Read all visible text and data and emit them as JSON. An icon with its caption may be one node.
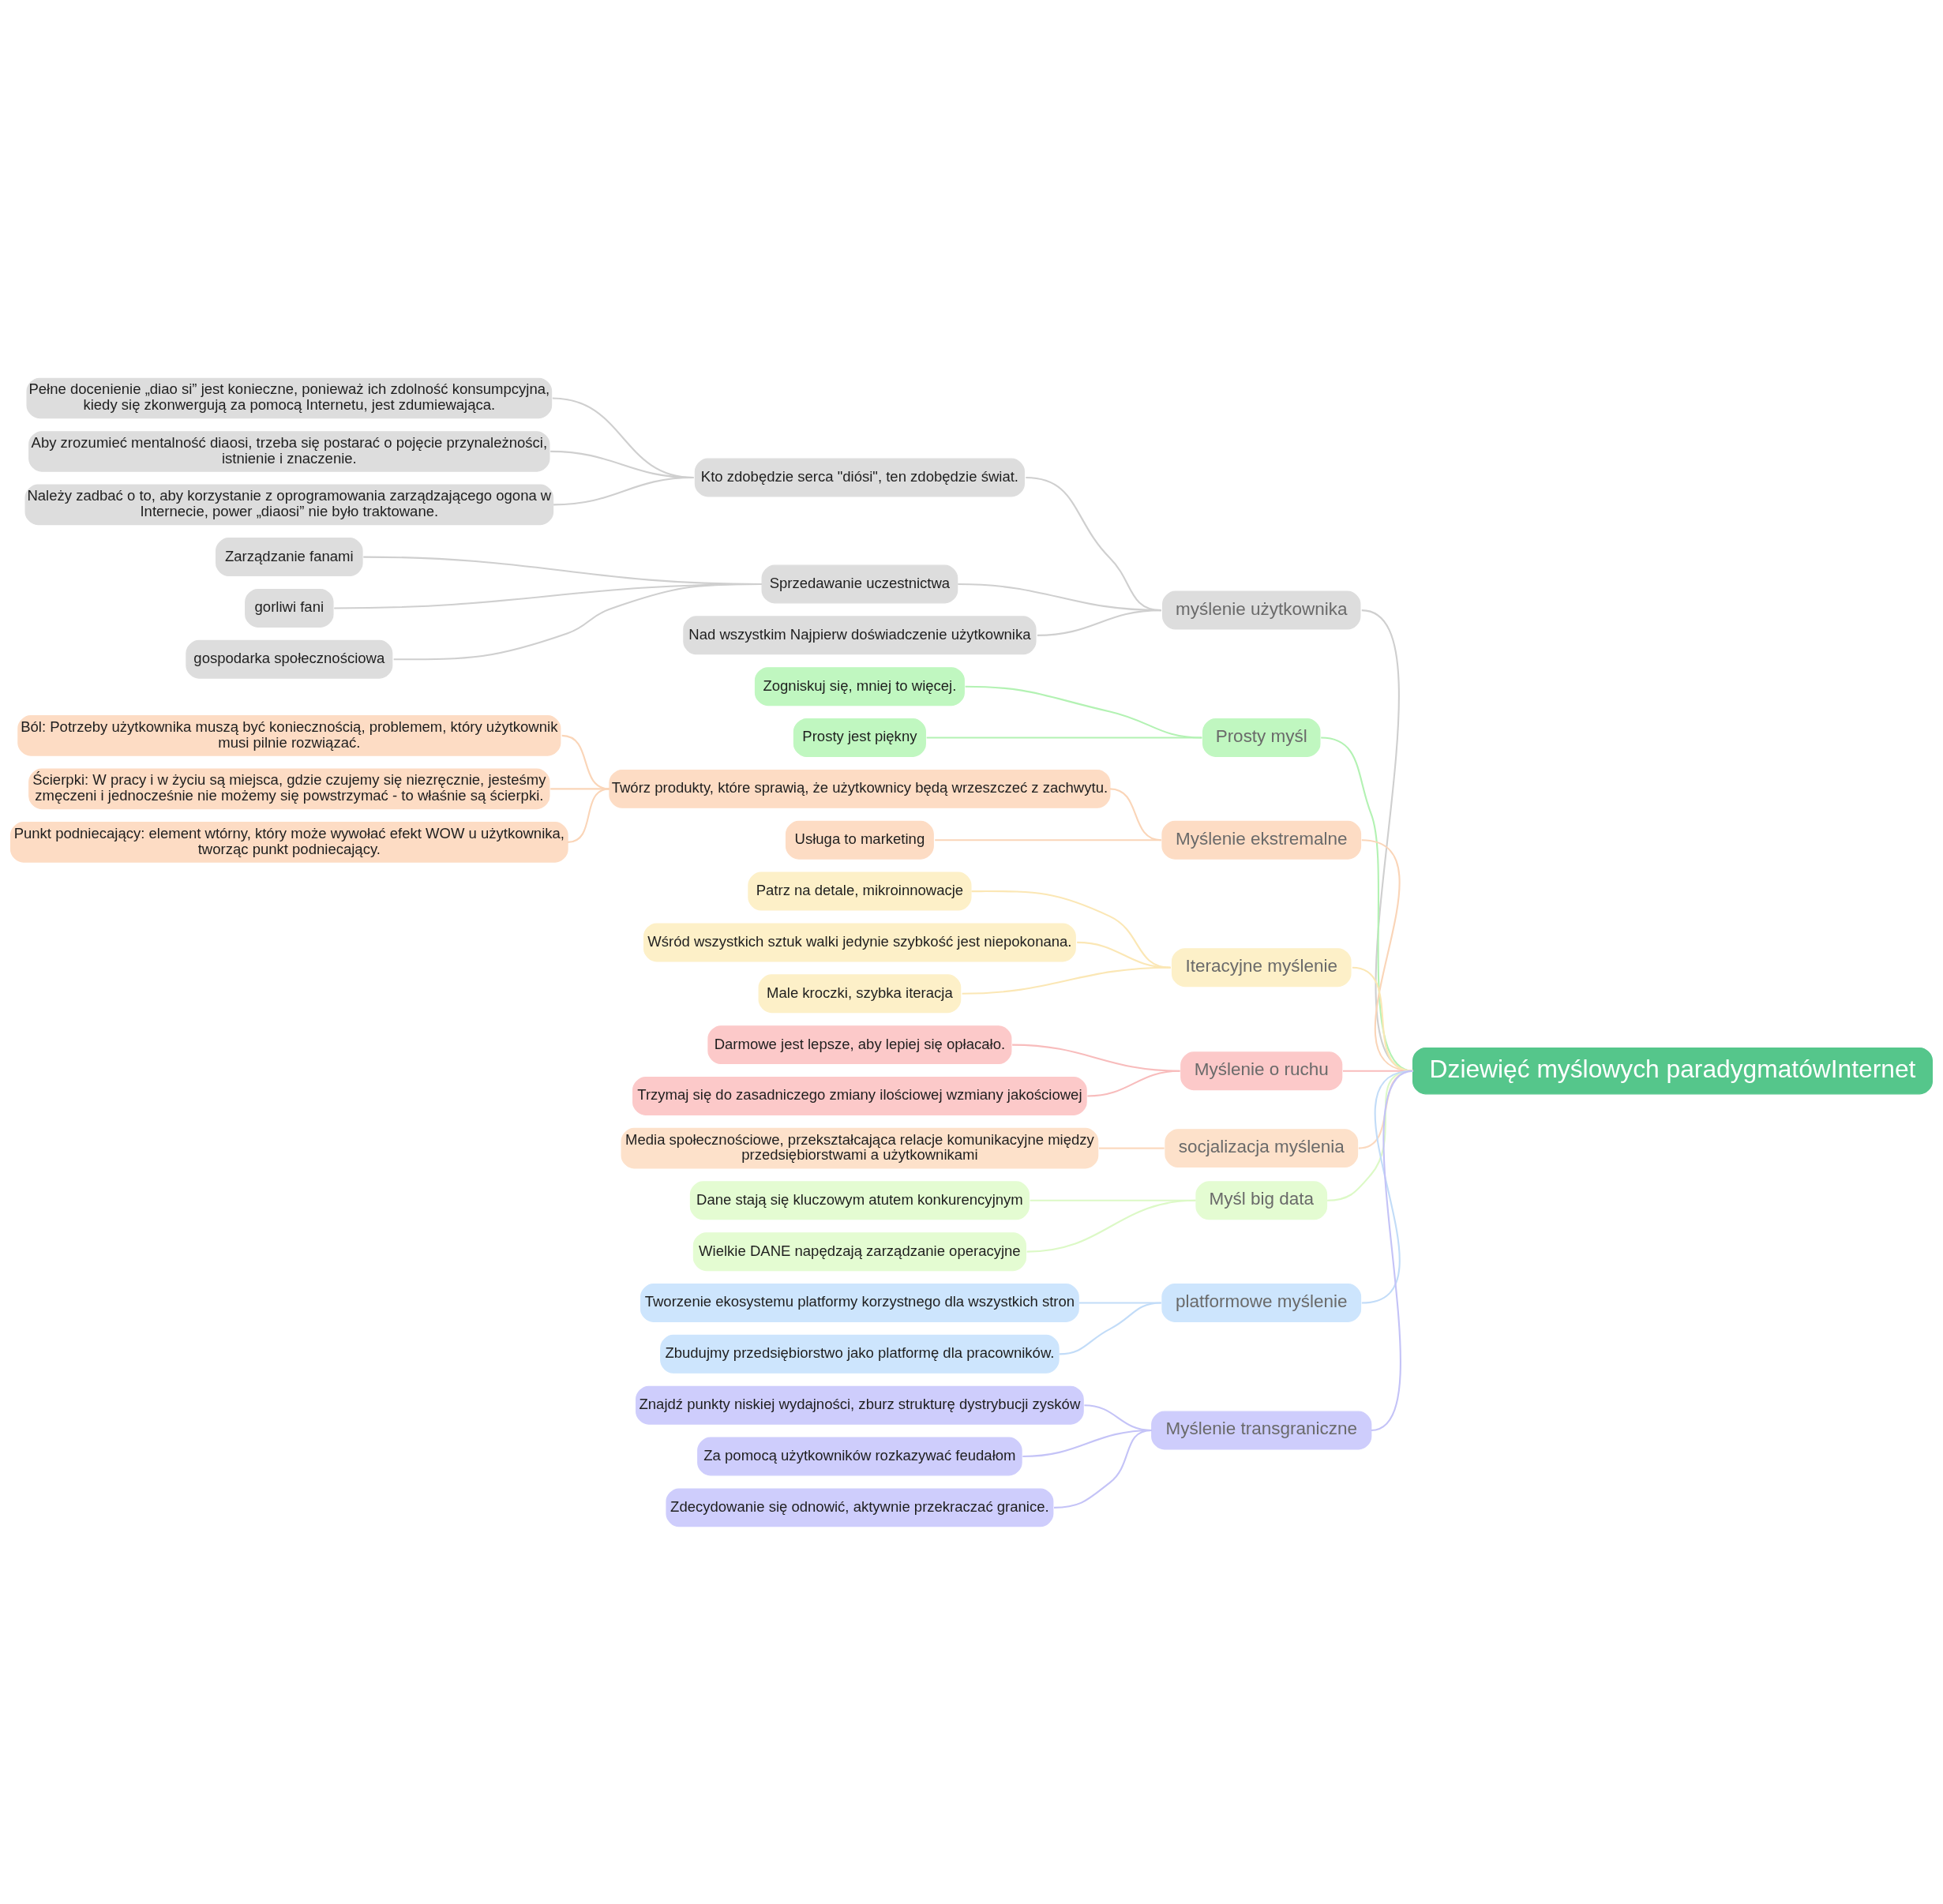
{
  "diagram": {
    "nodes": [
      {
        "text": [
          "Dziewięć myślowych paradygmatówInternet"
        ]
      },
      {
        "text": [
          "myślenie użytkownika"
        ]
      },
      {
        "text": [
          "Kto zdobędzie serca \"diósi\", ten zdobędzie świat."
        ]
      },
      {
        "text": [
          "Pełne docenienie „diao si” jest konieczne, ponieważ ich zdolność konsumpcyjna, kiedy się zkonwergują za pomocą Internetu, jest zdumiewająca."
        ]
      },
      {
        "text": [
          "Aby zrozumieć mentalność diaosi, trzeba się postarać o pojęcie przynależności, istnienie i znaczenie."
        ]
      },
      {
        "text": [
          "Należy zadbać o to, aby korzystanie z oprogramowania zarządzającego ogona w Internecie, power „diaosi” nie było traktowane."
        ]
      },
      {
        "text": [
          "Sprzedawanie uczestnictwa"
        ]
      },
      {
        "text": [
          "Zarządzanie fanami"
        ]
      },
      {
        "text": [
          "gorliwi fani"
        ]
      },
      {
        "text": [
          "gospodarka społecznościowa"
        ]
      },
      {
        "text": [
          "Nad wszystkim Najpierw doświadczenie użytkownika"
        ]
      },
      {
        "text": [
          "Prosty myśl"
        ]
      },
      {
        "text": [
          "Zogniskuj się, mniej to więcej."
        ]
      },
      {
        "text": [
          "Prosty jest piękny"
        ]
      },
      {
        "text": [
          "Myślenie ekstremalne"
        ]
      },
      {
        "text": [
          "Twórz produkty, które sprawią, że użytkownicy będą wrzeszczeć z zachwytu."
        ]
      },
      {
        "text": [
          "Ból: Potrzeby użytkownika muszą być koniecznością, problemem, który użytkownik musi pilnie rozwiązać."
        ]
      },
      {
        "text": [
          "Ścierpki: W pracy i w życiu są miejsca, gdzie czujemy się niezręcznie, jesteśmy zmęczeni i jednocześnie nie możemy się powstrzymać - to właśnie są ścierpki."
        ]
      },
      {
        "text": [
          "Punkt podniecający: element wtórny, który może wywołać efekt WOW u użytkownika, tworząc punkt podniecający."
        ]
      },
      {
        "text": [
          "Usługa to marketing"
        ]
      },
      {
        "text": [
          "Iteracyjne myślenie"
        ]
      },
      {
        "text": [
          "Patrz na detale, mikroinnowacje"
        ]
      },
      {
        "text": [
          "Wśród wszystkich sztuk walki jedynie szybkość jest niepokonana."
        ]
      },
      {
        "text": [
          "Male kroczki, szybka iteracja"
        ]
      },
      {
        "text": [
          "Myślenie o ruchu"
        ]
      },
      {
        "text": [
          "Darmowe jest lepsze, aby lepiej się opłacało."
        ]
      },
      {
        "text": [
          "Trzymaj się do zasadniczego zmiany ilościowej wzmiany jakościowej"
        ]
      },
      {
        "text": [
          "socjalizacja myślenia"
        ]
      },
      {
        "text": [
          "Media społecznościowe, przekształcająca relacje komunikacyjne między przedsiębiorstwami a użytkownikami"
        ]
      },
      {
        "text": [
          "Myśl big data"
        ]
      },
      {
        "text": [
          "Dane stają się kluczowym atutem konkurencyjnym"
        ]
      },
      {
        "text": [
          "Wielkie DANE napędzają zarządzanie operacyjne"
        ]
      },
      {
        "text": [
          "platformowe myślenie"
        ]
      },
      {
        "text": [
          "Tworzenie ekosystemu platformy korzystnego dla wszystkich stron"
        ]
      },
      {
        "text": [
          "Zbudujmy przedsiębiorstwo jako platformę dla pracowników."
        ]
      },
      {
        "text": [
          "Myślenie transgraniczne"
        ]
      },
      {
        "text": [
          "Znajdź punkty niskiej wydajności, zburz strukturę dystrybucji zysków"
        ]
      },
      {
        "text": [
          "Za pomocą użytkowników rozkazywać feudałom"
        ]
      },
      {
        "text": [
          "Zdecydowanie się odnowić, aktywnie przekraczać granice."
        ]
      }
    ],
    "edges": [
      {
        "from": 0,
        "to": 1,
        "arrow": "none"
      },
      {
        "from": 1,
        "to": 2,
        "arrow": "none"
      },
      {
        "from": 2,
        "to": 3,
        "arrow": "none"
      },
      {
        "from": 2,
        "to": 4,
        "arrow": "none"
      },
      {
        "from": 2,
        "to": 5,
        "arrow": "none"
      },
      {
        "from": 1,
        "to": 6,
        "arrow": "none"
      },
      {
        "from": 6,
        "to": 7,
        "arrow": "none"
      },
      {
        "from": 6,
        "to": 8,
        "arrow": "none"
      },
      {
        "from": 6,
        "to": 9,
        "arrow": "none"
      },
      {
        "from": 1,
        "to": 10,
        "arrow": "none"
      },
      {
        "from": 0,
        "to": 11,
        "arrow": "none",
        "color": "#b3f2b3"
      },
      {
        "from": 11,
        "to": 12,
        "arrow": "none",
        "color": "#b3f2b3"
      },
      {
        "from": 11,
        "to": 13,
        "arrow": "none",
        "color": "#b3f2b3"
      },
      {
        "from": 0,
        "to": 14,
        "arrow": "none",
        "color": "#fad5b8"
      },
      {
        "from": 14,
        "to": 15,
        "arrow": "none",
        "color": "#fad5b8"
      },
      {
        "from": 15,
        "to": 16,
        "arrow": "none",
        "color": "#fad5b8"
      },
      {
        "from": 15,
        "to": 17,
        "arrow": "none",
        "color": "#fad5b8"
      },
      {
        "from": 15,
        "to": 18,
        "arrow": "none",
        "color": "#fad5b8"
      },
      {
        "from": 14,
        "to": 19,
        "arrow": "none",
        "color": "#fad5b8"
      },
      {
        "from": 0,
        "to": 20,
        "arrow": "none",
        "color": "#fbe7b5"
      },
      {
        "from": 20,
        "to": 21,
        "arrow": "none",
        "color": "#fbe7b5"
      },
      {
        "from": 20,
        "to": 22,
        "arrow": "none",
        "color": "#fbe7b5"
      },
      {
        "from": 20,
        "to": 23,
        "arrow": "none",
        "color": "#fbe7b5"
      },
      {
        "from": 0,
        "to": 24,
        "arrow": "none",
        "color": "#f8bcbc"
      },
      {
        "from": 24,
        "to": 25,
        "arrow": "none",
        "color": "#f8bcbc"
      },
      {
        "from": 24,
        "to": 26,
        "arrow": "none",
        "color": "#f8bcbc"
      },
      {
        "from": 0,
        "to": 27,
        "arrow": "none",
        "color": "#fbd9bf"
      },
      {
        "from": 27,
        "to": 28,
        "arrow": "none",
        "color": "#fbd9bf"
      },
      {
        "from": 0,
        "to": 29,
        "arrow": "none",
        "color": "#dcf9c6"
      },
      {
        "from": 29,
        "to": 30,
        "arrow": "none",
        "color": "#dcf9c6"
      },
      {
        "from": 29,
        "to": 31,
        "arrow": "none",
        "color": "#dcf9c6"
      },
      {
        "from": 0,
        "to": 32,
        "arrow": "none",
        "color": "#c2dcf8"
      },
      {
        "from": 32,
        "to": 33,
        "arrow": "none",
        "color": "#c2dcf8"
      },
      {
        "from": 32,
        "to": 34,
        "arrow": "none",
        "color": "#c2dcf8"
      },
      {
        "from": 0,
        "to": 35,
        "arrow": "none",
        "color": "#c4c3f7"
      },
      {
        "from": 35,
        "to": 36,
        "arrow": "none",
        "color": "#c4c3f7"
      },
      {
        "from": 35,
        "to": 37,
        "arrow": "none",
        "color": "#c4c3f7"
      },
      {
        "from": 35,
        "to": 38,
        "arrow": "none",
        "color": "#c4c3f7"
      }
    ]
  }
}
